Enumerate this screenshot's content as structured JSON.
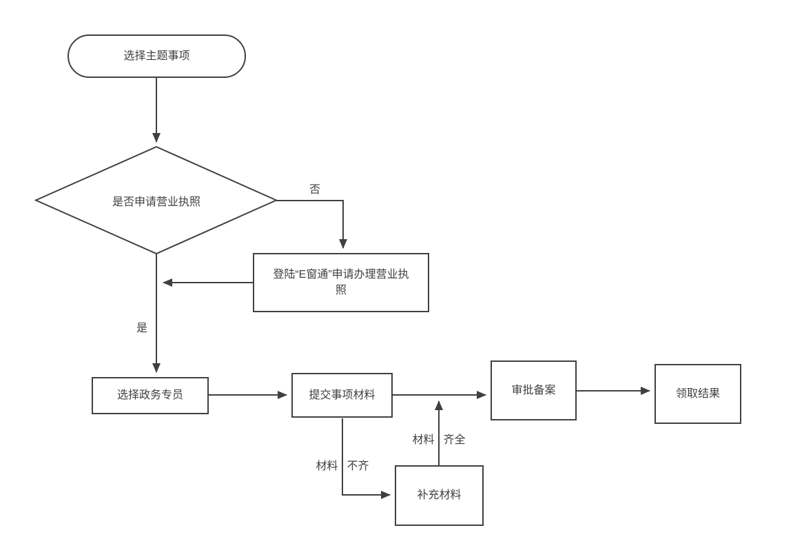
{
  "theme": {
    "background": "#ffffff",
    "line_color": "#404040",
    "node_fill": "#ffffff",
    "text_color": "#3f3f3f"
  },
  "flowchart": {
    "nodes": {
      "start": {
        "type": "terminator",
        "label": "选择主题事项"
      },
      "decision": {
        "type": "decision",
        "label": "是否申请营业执照"
      },
      "ect_login": {
        "type": "process",
        "label": "登陆“E窗通”申请办理营业执照"
      },
      "select_agent": {
        "type": "process",
        "label": "选择政务专员"
      },
      "submit": {
        "type": "process",
        "label": "提交事项材料"
      },
      "approval": {
        "type": "process",
        "label": "审批备案"
      },
      "result": {
        "type": "process",
        "label": "领取结果"
      },
      "supplement": {
        "type": "process",
        "label": "补充材料"
      }
    },
    "edge_labels": {
      "no": "否",
      "yes": "是",
      "materials_incomplete": {
        "left": "材料",
        "right": "不齐"
      },
      "materials_complete": {
        "left": "材料",
        "right": "齐全"
      }
    }
  }
}
